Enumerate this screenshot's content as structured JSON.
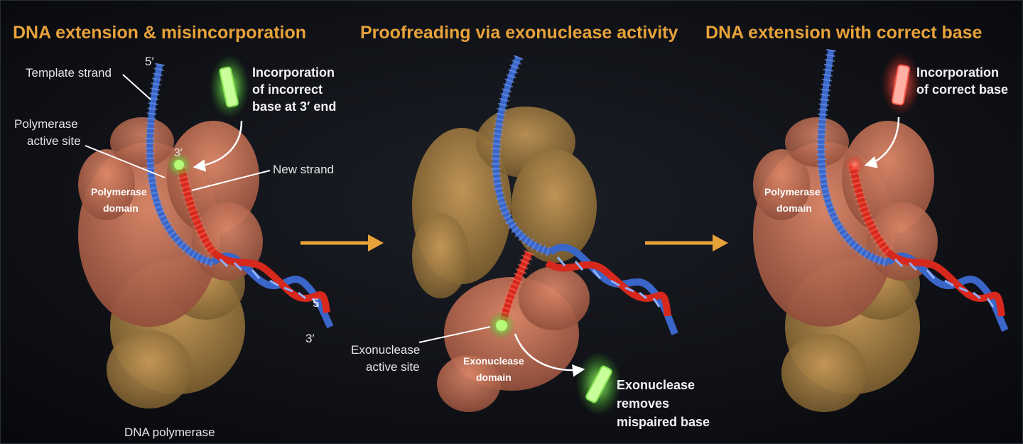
{
  "colors": {
    "title": "#e8a23a",
    "background": "#0f1115",
    "template_strand": "#3a66c9",
    "new_strand": "#d6281c",
    "polymerase_domain": "#c9725a",
    "exonuclease_domain": "#b98a4a",
    "incorrect_base": "#8ef05a",
    "correct_base": "#ff5a4a",
    "arrow": "#e8a23a"
  },
  "panels": [
    {
      "title": "DNA extension & misincorporation",
      "labels": {
        "template_strand": "Template strand",
        "five_prime_top": "5′",
        "polymerase_active_site_1": "Polymerase",
        "polymerase_active_site_2": "active site",
        "incorporation_1": "Incorporation",
        "incorporation_2": "of incorrect",
        "incorporation_3": "base at 3′ end",
        "three_prime_small": "3′",
        "new_strand": "New strand",
        "polymerase_domain_1": "Polymerase",
        "polymerase_domain_2": "domain",
        "five_prime_end": "5",
        "three_prime_end": "3′",
        "dna_polymerase": "DNA polymerase"
      }
    },
    {
      "title": "Proofreading via exonuclease activity",
      "labels": {
        "exonuclease_active_site_1": "Exonuclease",
        "exonuclease_active_site_2": "active site",
        "exonuclease_domain_1": "Exonuclease",
        "exonuclease_domain_2": "domain",
        "removes_1": "Exonuclease",
        "removes_2": "removes",
        "removes_3": "mispaired base"
      }
    },
    {
      "title": "DNA extension with correct base",
      "labels": {
        "incorporation_1": "Incorporation",
        "incorporation_2": "of correct base",
        "polymerase_domain_1": "Polymerase",
        "polymerase_domain_2": "domain"
      }
    }
  ]
}
